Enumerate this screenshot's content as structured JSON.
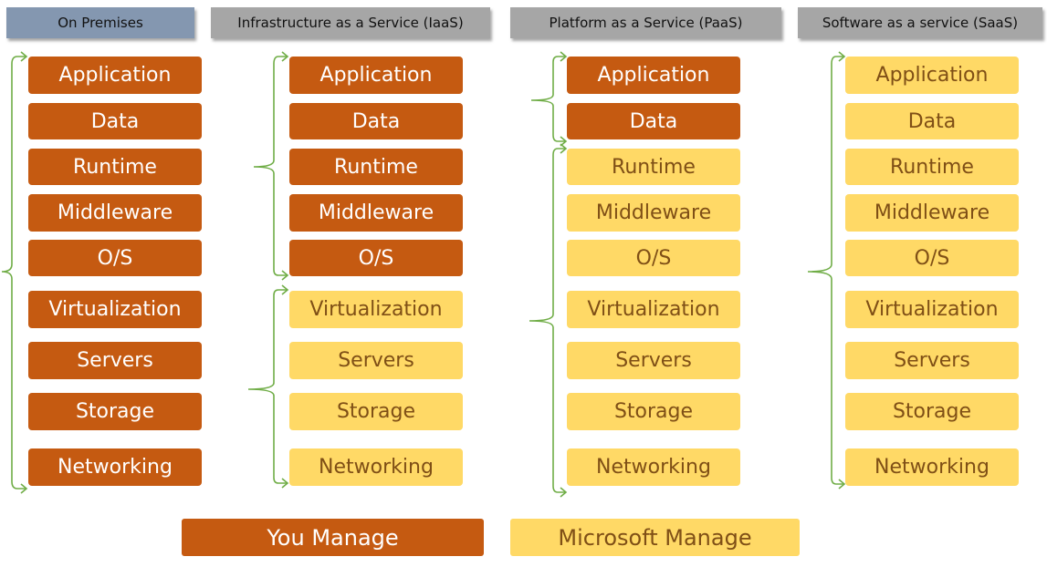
{
  "columns": [
    {
      "header": "On Premises",
      "header_color": "#8497b0",
      "layers": [
        {
          "label": "Application",
          "owner": "you"
        },
        {
          "label": "Data",
          "owner": "you"
        },
        {
          "label": "Runtime",
          "owner": "you"
        },
        {
          "label": "Middleware",
          "owner": "you"
        },
        {
          "label": "O/S",
          "owner": "you"
        },
        {
          "label": "Virtualization",
          "owner": "you"
        },
        {
          "label": "Servers",
          "owner": "you"
        },
        {
          "label": "Storage",
          "owner": "you"
        },
        {
          "label": "Networking",
          "owner": "you"
        }
      ]
    },
    {
      "header": "Infrastructure as a Service (IaaS)",
      "header_color": "#a6a6a6",
      "layers": [
        {
          "label": "Application",
          "owner": "you"
        },
        {
          "label": "Data",
          "owner": "you"
        },
        {
          "label": "Runtime",
          "owner": "you"
        },
        {
          "label": "Middleware",
          "owner": "you"
        },
        {
          "label": "O/S",
          "owner": "you"
        },
        {
          "label": "Virtualization",
          "owner": "microsoft"
        },
        {
          "label": "Servers",
          "owner": "microsoft"
        },
        {
          "label": "Storage",
          "owner": "microsoft"
        },
        {
          "label": "Networking",
          "owner": "microsoft"
        }
      ]
    },
    {
      "header": "Platform as a Service (PaaS)",
      "header_color": "#a6a6a6",
      "layers": [
        {
          "label": "Application",
          "owner": "you"
        },
        {
          "label": "Data",
          "owner": "you"
        },
        {
          "label": "Runtime",
          "owner": "microsoft"
        },
        {
          "label": "Middleware",
          "owner": "microsoft"
        },
        {
          "label": "O/S",
          "owner": "microsoft"
        },
        {
          "label": "Virtualization",
          "owner": "microsoft"
        },
        {
          "label": "Servers",
          "owner": "microsoft"
        },
        {
          "label": "Storage",
          "owner": "microsoft"
        },
        {
          "label": "Networking",
          "owner": "microsoft"
        }
      ]
    },
    {
      "header": "Software as a service (SaaS)",
      "header_color": "#a6a6a6",
      "layers": [
        {
          "label": "Application",
          "owner": "microsoft"
        },
        {
          "label": "Data",
          "owner": "microsoft"
        },
        {
          "label": "Runtime",
          "owner": "microsoft"
        },
        {
          "label": "Middleware",
          "owner": "microsoft"
        },
        {
          "label": "O/S",
          "owner": "microsoft"
        },
        {
          "label": "Virtualization",
          "owner": "microsoft"
        },
        {
          "label": "Servers",
          "owner": "microsoft"
        },
        {
          "label": "Storage",
          "owner": "microsoft"
        },
        {
          "label": "Networking",
          "owner": "microsoft"
        }
      ]
    }
  ],
  "legend": {
    "you_label": "You Manage",
    "microsoft_label": "Microsoft Manage"
  },
  "colors": {
    "you_manage": "#c55a11",
    "microsoft_manage": "#ffd966",
    "bracket": "#70ad47"
  }
}
